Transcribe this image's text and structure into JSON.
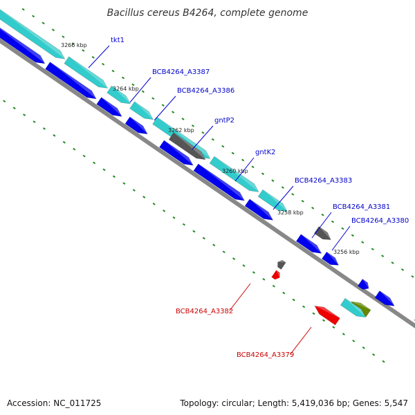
{
  "title": "Bacillus cereus B4264, complete genome",
  "footer": {
    "accession": "Accession: NC_011725",
    "summary": "Topology: circular; Length: 5,419,036 bp; Genes: 5,547"
  },
  "colors": {
    "cds_forward": "#33cccc",
    "cds_reverse": "#0000ee",
    "cds_highlight": "#ee0000",
    "cds_other": "#555555",
    "cds_olive": "#668800",
    "backbone": "#888888",
    "tick": "#228822",
    "label_blue": "#0000cc",
    "label_red": "#cc0000"
  },
  "scale_labels": [
    "3266 kbp",
    "3264 kbp",
    "3262 kbp",
    "3260 kbp",
    "3258 kbp",
    "3256 kbp"
  ],
  "gene_labels": [
    {
      "text": "tkt1",
      "color": "blue"
    },
    {
      "text": "BCB4264_A3387",
      "color": "blue"
    },
    {
      "text": "BCB4264_A3386",
      "color": "blue"
    },
    {
      "text": "gntP2",
      "color": "blue"
    },
    {
      "text": "gntK2",
      "color": "blue"
    },
    {
      "text": "BCB4264_A3383",
      "color": "blue"
    },
    {
      "text": "BCB4264_A3381",
      "color": "blue"
    },
    {
      "text": "BCB4264_A3380",
      "color": "blue"
    },
    {
      "text": "BCB4264_A3382",
      "color": "red"
    },
    {
      "text": "BCB4264_A3379",
      "color": "red"
    }
  ]
}
